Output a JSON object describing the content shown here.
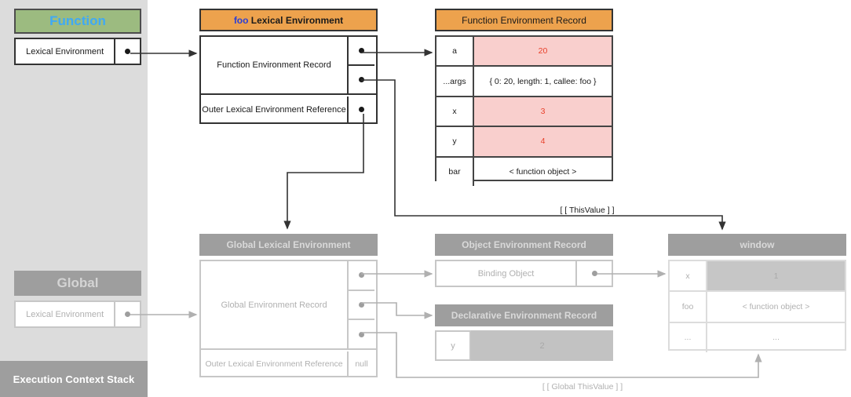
{
  "stack": {
    "footer_label": "Execution Context Stack",
    "frames": [
      {
        "title": "Function",
        "row_label": "Lexical Environment"
      },
      {
        "title": "Global",
        "row_label": "Lexical Environment"
      }
    ]
  },
  "foo_env": {
    "header_prefix": "foo",
    "header_suffix": " Lexical Environment",
    "rows": [
      {
        "label": "Function Environment Record"
      },
      {
        "label": "Outer Lexical Environment Reference"
      }
    ]
  },
  "function_env_record": {
    "header": "Function Environment Record",
    "rows": [
      {
        "key": "a",
        "value": "20",
        "highlight": true
      },
      {
        "key": "...args",
        "value": "{ 0: 20, length: 1, callee: foo }",
        "highlight": false
      },
      {
        "key": "x",
        "value": "3",
        "highlight": true
      },
      {
        "key": "y",
        "value": "4",
        "highlight": true
      },
      {
        "key": "bar",
        "value": "< function object >",
        "highlight": false
      }
    ]
  },
  "global_env": {
    "header": "Global Lexical Environment",
    "record_label": "Global Environment Record",
    "outer_ref_label": "Outer Lexical Environment Reference",
    "outer_ref_value": "null"
  },
  "object_env_record": {
    "header": "Object Environment Record",
    "binding_object_label": "Binding Object"
  },
  "declarative_env_record": {
    "header": "Declarative Environment Record",
    "rows": [
      {
        "key": "y",
        "value": "2"
      }
    ]
  },
  "window": {
    "header": "window",
    "rows": [
      {
        "key": "x",
        "value": "1",
        "highlight": true
      },
      {
        "key": "foo",
        "value": "< function object >",
        "highlight": false
      },
      {
        "key": "...",
        "value": "...",
        "highlight": false
      }
    ]
  },
  "annotations": {
    "this_value": "[ [ ThisValue ] ]",
    "global_this_value": "[ [ Global ThisValue ] ]"
  },
  "colors": {
    "function_header": "#9cbb80",
    "function_title": "#3fa9f5",
    "orange_header": "#eda24d",
    "grey_header": "#9e9e9e",
    "panel": "#dcdcdc",
    "highlight_row": "#f9cfcd",
    "highlight_text": "#e8402a",
    "foo_keyword": "#2b3fd6"
  }
}
